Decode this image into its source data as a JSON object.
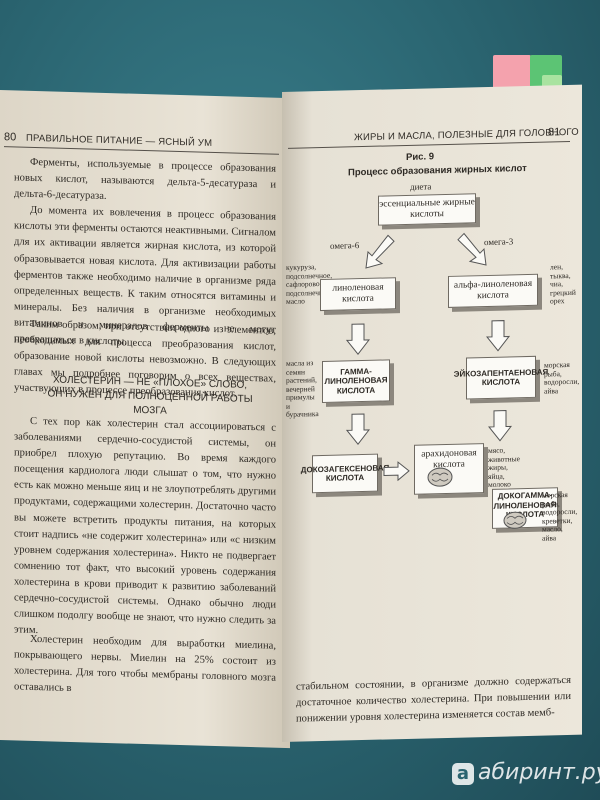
{
  "left_page": {
    "page_number": "80",
    "running_head": "ПРАВИЛЬНОЕ ПИТАНИЕ — ЯСНЫЙ УМ",
    "paragraph_1": "Ферменты, используемые в процессе образования новых кислот, называются дельта-5-десатураза и дельта-6-десатураза.",
    "paragraph_2": "До момента их вовлечения в процесс образования кислоты эти ферменты остаются неактивными. Сигналом для их активации является жирная кислота, из которой образовывается новая кислота. Для активизации работы ферментов также необходимо наличие в организме ряда определенных веществ. К таким относятся витамины и минералы. Без наличия в организме необходимых витаминов и минералов ферменты не могут превращаться в кислоты.",
    "paragraph_3": "Таким образом, при отсутствии одного из элементов, необходимых для процесса преобразования кислот, образование новой кислоты невозможно. В следующих главах мы подробнее поговорим о всех веществах, участвующих в процессе преобразования кислот.",
    "section_heading_line1": "ХОЛЕСТЕРИН — НЕ «ПЛОХОЕ» СЛОВО,",
    "section_heading_line2": "ОН НУЖЕН ДЛЯ ПОЛНОЦЕННОЙ РАБОТЫ МОЗГА",
    "paragraph_4": "С тех пор как холестерин стал ассоциироваться с заболеваниями сердечно-сосудистой системы, он приобрел плохую репутацию. Во время каждого посещения кардиолога люди слышат о том, что нужно есть как можно меньше яиц и не злоупотреблять другими продуктами, содержащими холестерин. Достаточно часто вы можете встретить продукты питания, на которых стоит надпись «не содержит холестерина» или «с низким уровнем содержания холестерина». Никто не подвергает сомнению тот факт, что высокий уровень содержания холестерина в крови приводит к развитию заболеваний сердечно-сосудистой системы. Однако обычно люди слишком подолгу вообще не знают, что нужно следить за этим.",
    "paragraph_5": "Холестерин необходим для выработки миелина, покрывающего нервы. Миелин на 25% состоит из холестерина. Для того чтобы мембраны головного мозга оставались в"
  },
  "right_page": {
    "page_number": "81",
    "running_head": "ЖИРЫ И МАСЛА, ПОЛЕЗНЫЕ ДЛЯ ГОЛОВНОГО МОЗГА",
    "figure_label": "Рис. 9",
    "figure_title": "Процесс образования жирных кислот",
    "diagram": {
      "diet_label": "диета",
      "essential_box": "эссенциальные жирные кислоты",
      "omega6_label": "омега-6",
      "omega3_label": "омега-3",
      "linoleic_box": "линоленовая кислота",
      "alpha_linolenic_box": "альфа-линоленовая кислота",
      "gamma_box": "ГАММА-ЛИНОЛЕНОВАЯ КИСЛОТА",
      "eicosa_box": "ЭЙКОЗАПЕНТАЕНОВАЯ КИСЛОТА",
      "dihomo_box": "ДОКОЗАГЕКСЕНОВАЯ КИСЛОТА",
      "arachidonic_box": "арахидоновая кислота",
      "dha_box": "ДОКОГАММА-ЛИНОЛЕНОВАЯ КИСЛОТА",
      "sources_corn": "кукуруза, подсолнечное, сафлоровое, подсолнечное масло",
      "sources_flax": "лен, тыква, чиа, грецкий орех",
      "sources_oils": "масла из семян растений, вечерней примулы и бурачника",
      "sources_fish1": "морская рыба, водоросли, айва",
      "sources_meat": "мясо, животные жиры, яйца, молоко",
      "sources_fish2": "морская рыба, водоросли, креветки, масло, айва"
    },
    "paragraph_1": "стабильном состоянии, в организме должно содержаться достаточное количество холестерина. При повышении или понижении уровня холестерина изменяется состав мемб-"
  },
  "watermark": {
    "badge": "a",
    "text": "абиринт.ру"
  }
}
